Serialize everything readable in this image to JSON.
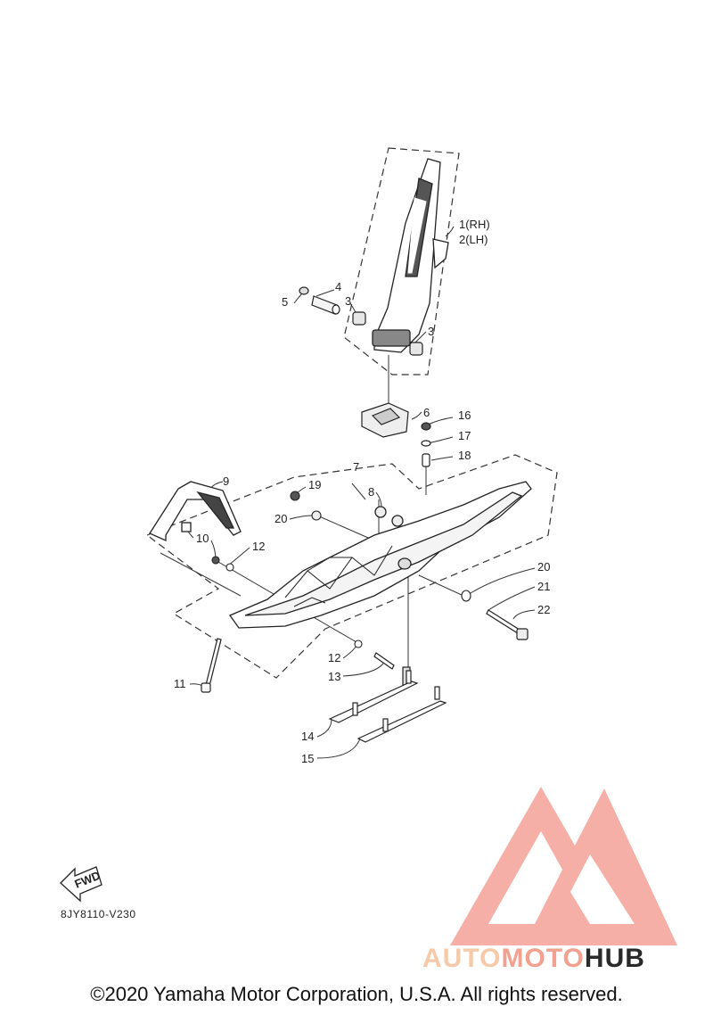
{
  "diagram": {
    "callouts": {
      "p1": "1(RH)",
      "p2": "2(LH)",
      "p3a": "3",
      "p3b": "3",
      "p4": "4",
      "p5": "5",
      "p6": "6",
      "p7": "7",
      "p8": "8",
      "p9": "9",
      "p10": "10",
      "p11": "11",
      "p12a": "12",
      "p12b": "12",
      "p13": "13",
      "p14": "14",
      "p15": "15",
      "p16": "16",
      "p17": "17",
      "p18": "18",
      "p19": "19",
      "p20a": "20",
      "p20b": "20",
      "p21": "21",
      "p22": "22"
    },
    "fwd_label": "FWD",
    "drawing_code": "8JY8110-V230"
  },
  "watermark": {
    "part1": "AUTO",
    "part2": "MOTO",
    "part3": "HUB",
    "colors": {
      "auto": "#f6c9a8",
      "moto": "#f2a08f",
      "hub": "#2a2a2a",
      "logo": "#f08a7e"
    }
  },
  "footer": {
    "copyright": "©2020 Yamaha Motor Corporation, U.S.A. All rights reserved."
  }
}
